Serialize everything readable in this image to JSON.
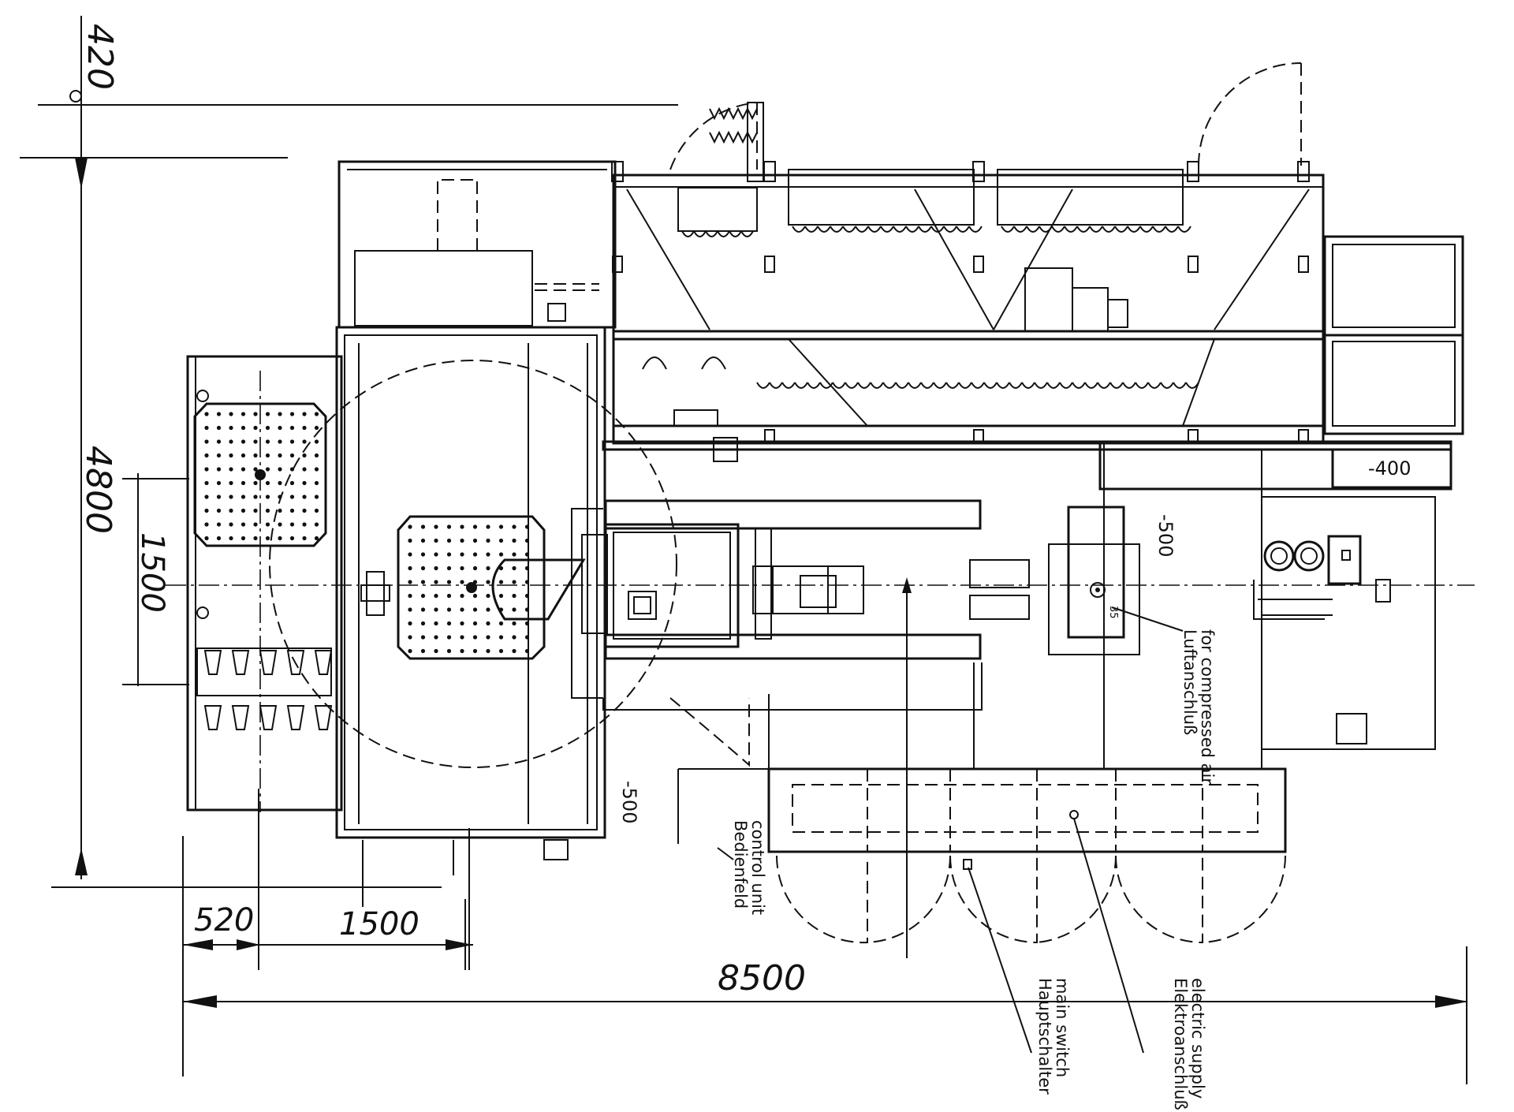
{
  "dimensions": {
    "top_gap": "420",
    "total_depth": "4800",
    "pallet_spacing": "1500",
    "edge_offset": "520",
    "pallet_width": "1500",
    "total_length": "8500"
  },
  "levels": {
    "right_pit": "-400",
    "center_pit": "-500",
    "lower_pit": "-500"
  },
  "callouts": {
    "compressed_air_de": "Luftanschluß",
    "compressed_air_en": "for compressed air",
    "control_unit_de": "Bedienfeld",
    "control_unit_en": "control unit",
    "main_switch_de": "Hauptschalter",
    "main_switch_en": "main switch",
    "electric_supply_de": "Elektroanschluß",
    "electric_supply_en": "electric supply"
  },
  "marks": {
    "air_port_number": "35"
  },
  "colors": {
    "ink": "#111111",
    "paper": "#ffffff"
  }
}
